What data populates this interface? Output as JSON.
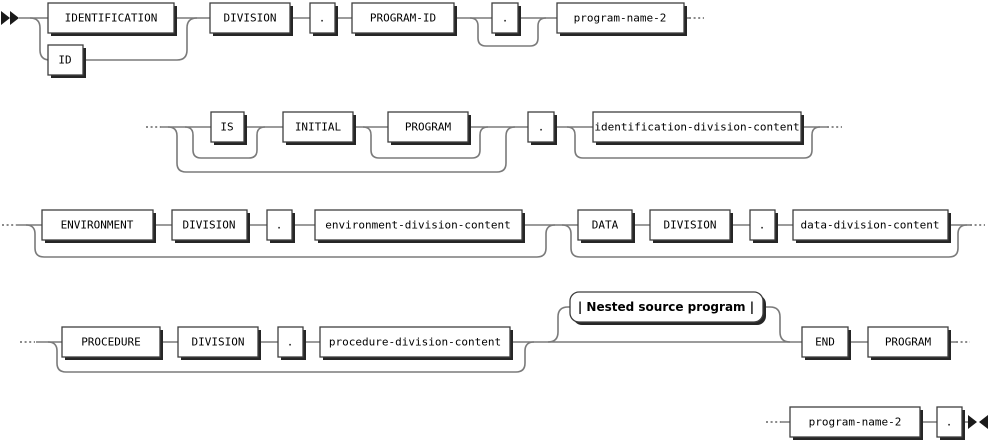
{
  "colors": {
    "background": "#ffffff",
    "rail_line": "#7a7a7a",
    "box_border": "#3f3f3f",
    "box_fill": "#ffffff",
    "box_shadow": "#262626",
    "text": "#000000"
  },
  "markers": {
    "start": "▶▶",
    "end": "▶◀",
    "continuation": "····"
  },
  "row1": {
    "identification": "IDENTIFICATION",
    "id": "ID",
    "division": "DIVISION",
    "period1": ".",
    "program_id": "PROGRAM-ID",
    "period2": ".",
    "program_name": "program-name-2"
  },
  "row2": {
    "is": "IS",
    "initial": "INITIAL",
    "program": "PROGRAM",
    "period": ".",
    "content": "identification-division-content"
  },
  "row3": {
    "environment": "ENVIRONMENT",
    "division1": "DIVISION",
    "period1": ".",
    "environment_content": "environment-division-content",
    "data": "DATA",
    "division2": "DIVISION",
    "period2": ".",
    "data_content": "data-division-content"
  },
  "row4": {
    "procedure": "PROCEDURE",
    "division": "DIVISION",
    "period": ".",
    "content": "procedure-division-content",
    "nested_fragment": "| Nested source program |",
    "end": "END",
    "program": "PROGRAM"
  },
  "row5": {
    "program_name": "program-name-2",
    "period": "."
  }
}
